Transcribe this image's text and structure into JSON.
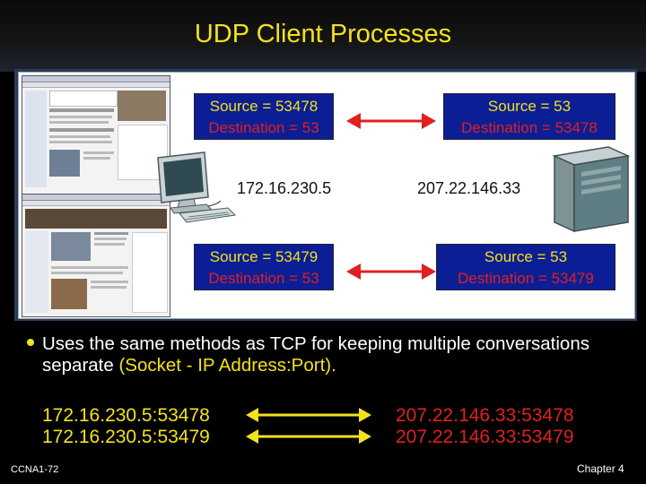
{
  "slide": {
    "title": "UDP Client Processes",
    "footer_left": "CCNA1-72",
    "footer_right": "Chapter 4"
  },
  "diagram": {
    "client_ip": "172.16.230.5",
    "server_ip": "207.22.146.33",
    "conversations": [
      {
        "client_src": "Source = 53478",
        "client_dst": "Destination = 53",
        "server_src": "Source = 53",
        "server_dst": "Destination = 53478"
      },
      {
        "client_src": "Source = 53479",
        "client_dst": "Destination = 53",
        "server_src": "Source = 53",
        "server_dst": "Destination = 53479"
      }
    ]
  },
  "bullet": {
    "text_before": "Uses the same methods as TCP for keeping multiple conversations separate ",
    "highlight": "(Socket - IP Address:Port)."
  },
  "sockets": {
    "client": [
      "172.16.230.5:53478",
      "172.16.230.5:53479"
    ],
    "server": [
      "207.22.146.33:53478",
      "207.22.146.33:53479"
    ]
  },
  "colors": {
    "title": "#f2e21c",
    "box_fill": "#0c1e95",
    "source_text": "#f2e21c",
    "destination_text": "#e02020",
    "arrow": "#e02020",
    "socket_arrow": "#f2e21c"
  },
  "icons": [
    "client-pc-icon",
    "server-tower-icon",
    "browser-screenshot",
    "double-arrow-icon"
  ]
}
